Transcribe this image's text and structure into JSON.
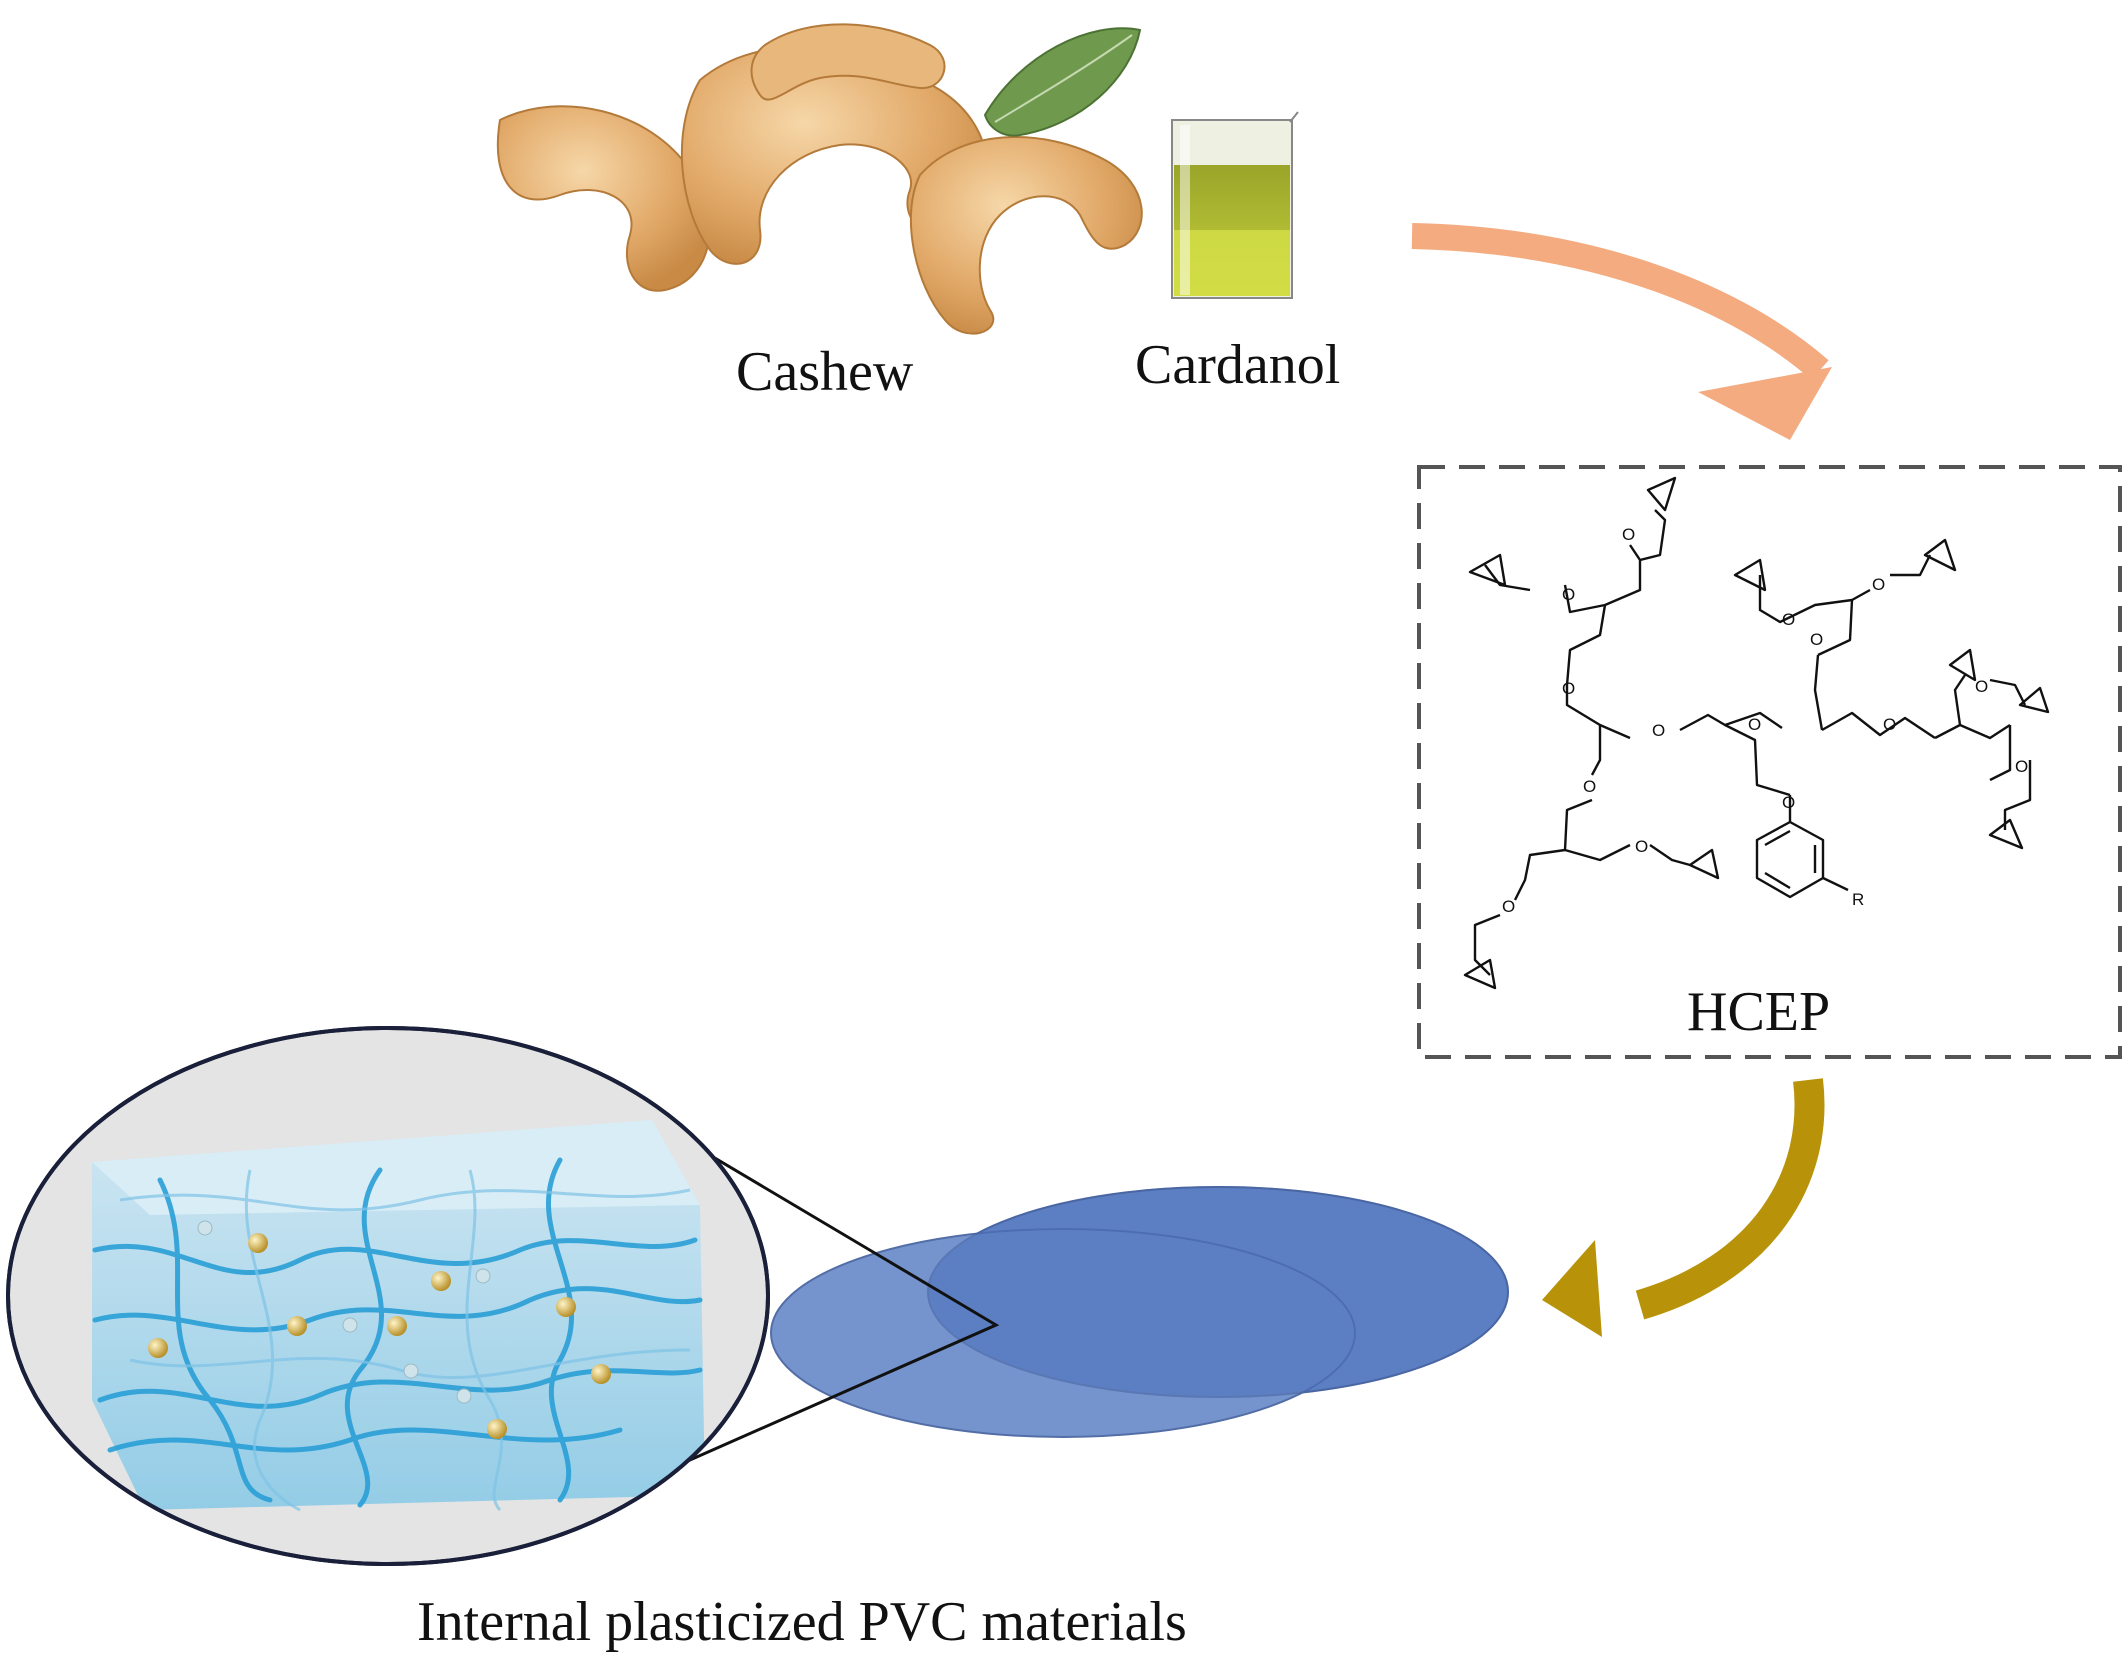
{
  "labels": {
    "cashew": "Cashew",
    "cardanol": "Cardanol",
    "hcep": "HCEP",
    "pvc": "Internal plasticized PVC materials"
  },
  "structure": {
    "oxygen_symbol": "O",
    "substituent": "R"
  },
  "colors": {
    "arrow_top": "#f4ab7f",
    "arrow_bottom": "#b8930a",
    "box_border": "#555555",
    "disc_fill": "#6e8fcb",
    "disc_overlap": "#4f72bd",
    "fiber": "#2a9fd6",
    "particle": "#d8b64a"
  }
}
